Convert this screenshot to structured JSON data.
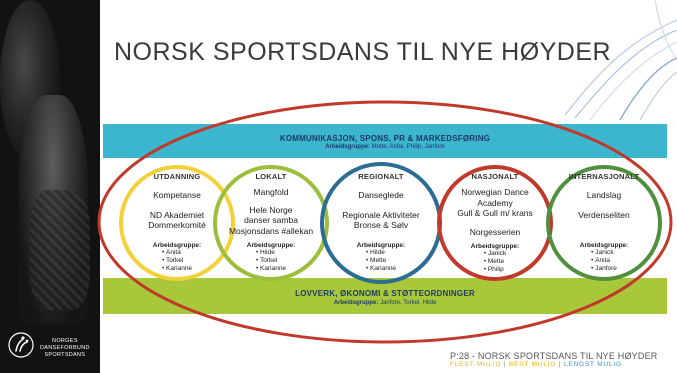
{
  "title": "NORSK SPORTSDANS TIL NYE HØYDER",
  "top_bar": {
    "title": "KOMMUNIKASJON, SPONS, PR & MARKEDSFØRING",
    "group_label": "Arbeidsgruppe:",
    "group_members": "Mette, Anita, Philip, Janfore"
  },
  "bottom_bar": {
    "title": "LOVVERK, ØKONOMI & STØTTEORDNINGER",
    "group_label": "Arbeidsgruppe:",
    "group_members": "Janfore, Torkel, Hilde"
  },
  "columns": [
    {
      "title": "UTDANNING",
      "color": "#f2d13b",
      "line1": "Kompetanse",
      "line2": "ND Akademiet",
      "line3": "Dommerkomité",
      "line4": "",
      "group_label": "Arbeidsgruppe:",
      "members": [
        "Anita",
        "Torkel",
        "Karianne"
      ]
    },
    {
      "title": "LOKALT",
      "color": "#9bbf3b",
      "line1": "Mangfold",
      "line2": "Hele Norge",
      "line3": "danser samba",
      "line4": "Mosjonsdans #allekan",
      "group_label": "Arbeidsgruppe:",
      "members": [
        "Hilde",
        "Torkel",
        "Karianne"
      ]
    },
    {
      "title": "REGIONALT",
      "color": "#2b6d93",
      "line1": "Danseglede",
      "line2": "Regionale Aktiviteter",
      "line3": "Bronse & Sølv",
      "line4": "",
      "group_label": "Arbeidsgruppe:",
      "members": [
        "Hilde",
        "Mette",
        "Karianne"
      ]
    },
    {
      "title": "NASJONALT",
      "color": "#c0392b",
      "line1": "Norwegian Dance",
      "line2": "Academy",
      "line3": "Gull & Gull m/ krans",
      "line4": "Norgesserien",
      "group_label": "Arbeidsgruppe:",
      "members": [
        "Janick",
        "Mette",
        "Philip"
      ]
    },
    {
      "title": "INTERNASJONALT",
      "color": "#4f8f3d",
      "line1": "Landslag",
      "line2": "Verdenseliten",
      "line3": "",
      "line4": "",
      "group_label": "Arbeidsgruppe:",
      "members": [
        "Janick",
        "Anita",
        "Janfore"
      ]
    }
  ],
  "outer_ellipse_color": "#c0392b",
  "footer": {
    "line1": "P:28 - NORSK SPORTSDANS TIL NYE HØYDER",
    "tag1": "FLEST MULIG",
    "sep1": " | ",
    "tag2": "BEST MULIG",
    "sep2": " | ",
    "tag3": "LENGST MULIG"
  },
  "logo": {
    "line1": "NORGES",
    "line2": "DANSEFORBUND",
    "line3": "SPORTSDANS"
  }
}
